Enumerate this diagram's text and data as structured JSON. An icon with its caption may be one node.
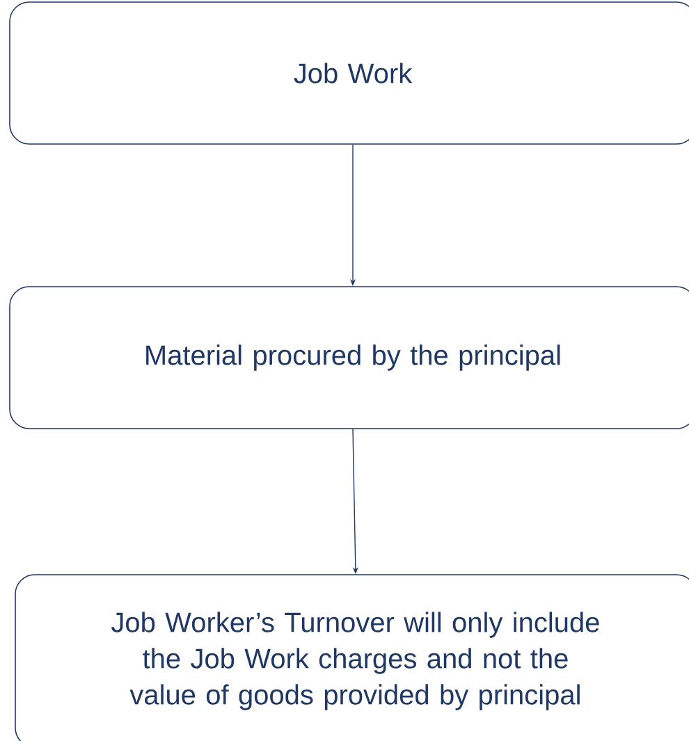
{
  "diagram": {
    "nodes": [
      {
        "text": [
          "Job Work"
        ]
      },
      {
        "text": [
          "Material procured by the principal"
        ]
      },
      {
        "text": [
          "Job Worker’s Turnover will only include the Job Work charges and not the value of goods provided by principal"
        ]
      }
    ],
    "edges": [
      {
        "from": 0,
        "to": 1,
        "arrow": "to"
      },
      {
        "from": 1,
        "to": 2,
        "arrow": "to"
      }
    ]
  }
}
